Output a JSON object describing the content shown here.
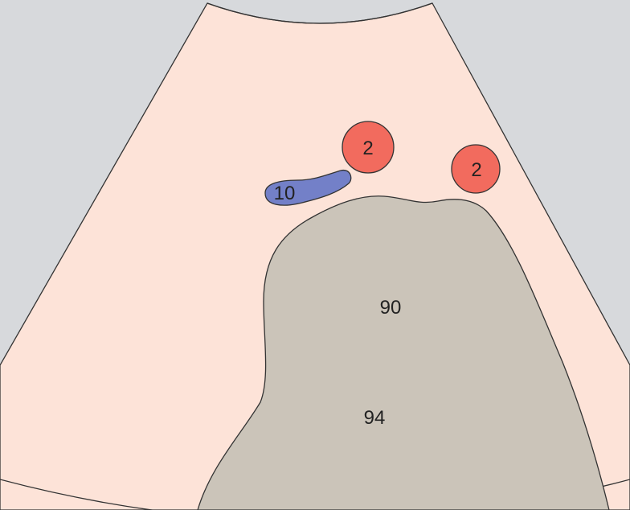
{
  "labels": {
    "artery_left": "2",
    "artery_right": "2",
    "vein": "10",
    "organ_upper": "90",
    "organ_lower": "94"
  },
  "colors": {
    "background": "#d7d9dc",
    "sector_fill": "#fde3d8",
    "artery_fill": "#f26b5e",
    "vein_fill": "#7380c8",
    "organ_fill": "#cbc4b9",
    "outline": "#333333"
  }
}
